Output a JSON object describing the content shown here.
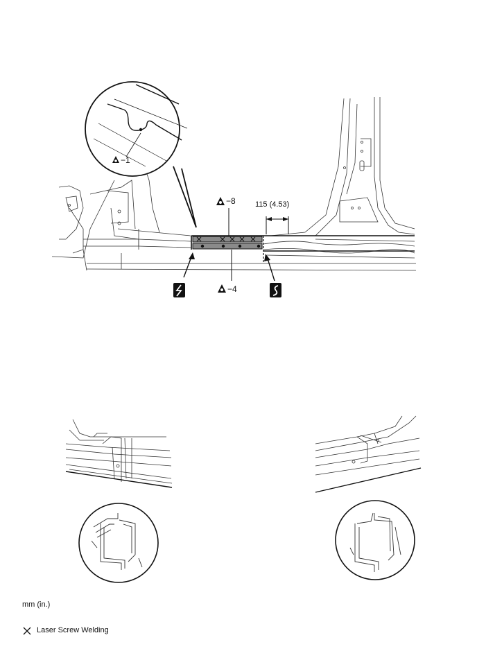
{
  "callouts": {
    "spot_weld_1": "−1",
    "spot_weld_8": "−8",
    "spot_weld_4": "−4",
    "dimension": "115 (4.53)"
  },
  "legend": {
    "units": "mm (in.)",
    "laser_screw_welding": "Laser Screw Welding"
  },
  "icons": [
    "spot-weld-icon",
    "cut-zigzag-icon",
    "cut-curve-icon",
    "laser-screw-weld-icon",
    "magnifier-circle-icon"
  ],
  "colors": {
    "line": "#111111",
    "weld_band": "#8a8a8a",
    "light_line": "#777777"
  }
}
